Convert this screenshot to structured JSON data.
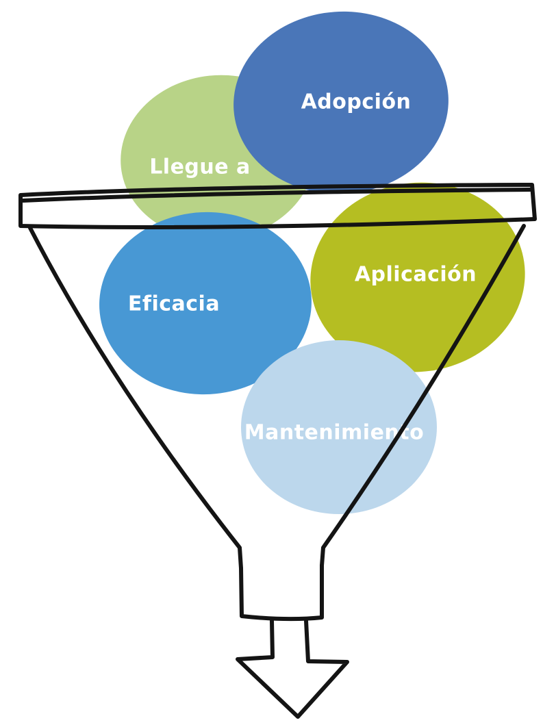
{
  "diagram": {
    "stages": [
      {
        "id": "llegue",
        "label": "Llegue a",
        "color": "#b8d387"
      },
      {
        "id": "adopcion",
        "label": "Adopción",
        "color": "#4a76b8"
      },
      {
        "id": "eficacia",
        "label": "Eficacia",
        "color": "#4898d4"
      },
      {
        "id": "aplicacion",
        "label": "Aplicación",
        "color": "#b5be22"
      },
      {
        "id": "mantenimiento",
        "label": "Mantenimiento",
        "color": "#bcd7ec"
      }
    ],
    "outline_color": "#141414"
  }
}
